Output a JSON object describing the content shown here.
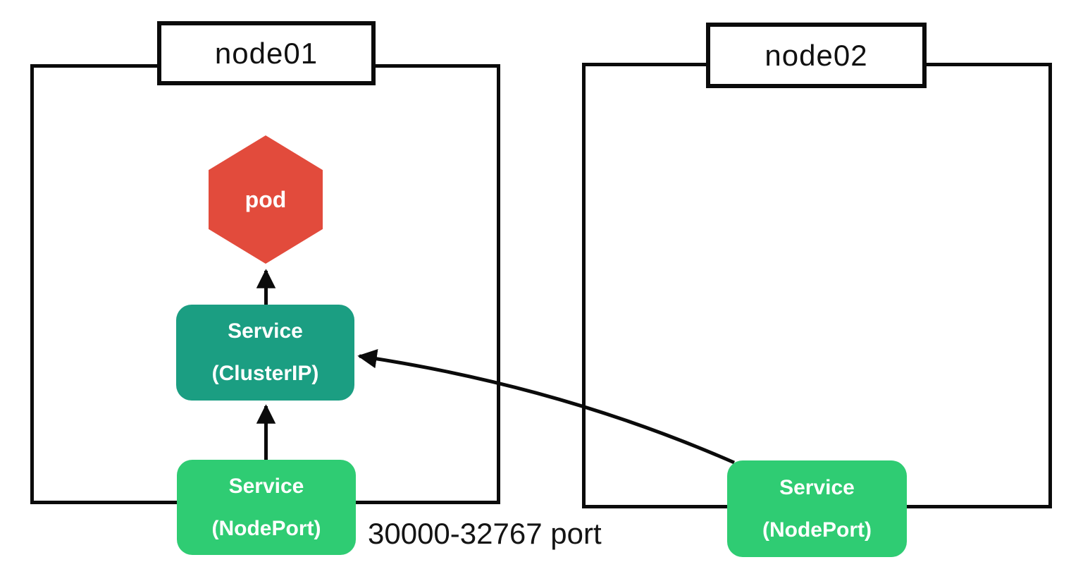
{
  "diagram": {
    "nodes": [
      {
        "id": "node01",
        "label": "node01"
      },
      {
        "id": "node02",
        "label": "node02"
      }
    ],
    "pod": {
      "label": "pod"
    },
    "services": {
      "cluster_ip": {
        "line1": "Service",
        "line2": "(ClusterIP)"
      },
      "node_port_left": {
        "line1": "Service",
        "line2": "(NodePort)"
      },
      "node_port_right": {
        "line1": "Service",
        "line2": "(NodePort)"
      }
    },
    "annotations": {
      "port_range": "30000-32767 port"
    },
    "arrows": [
      {
        "name": "nodeport-left-to-clusterip"
      },
      {
        "name": "clusterip-to-pod"
      },
      {
        "name": "nodeport-right-to-clusterip"
      }
    ],
    "colors": {
      "pod_red": "#e24b3c",
      "cluster_ip_teal": "#1b9e82",
      "node_port_green": "#2fcc73",
      "line_black": "#0b0b0b",
      "background": "#ffffff",
      "text_light": "#ffffff"
    }
  }
}
